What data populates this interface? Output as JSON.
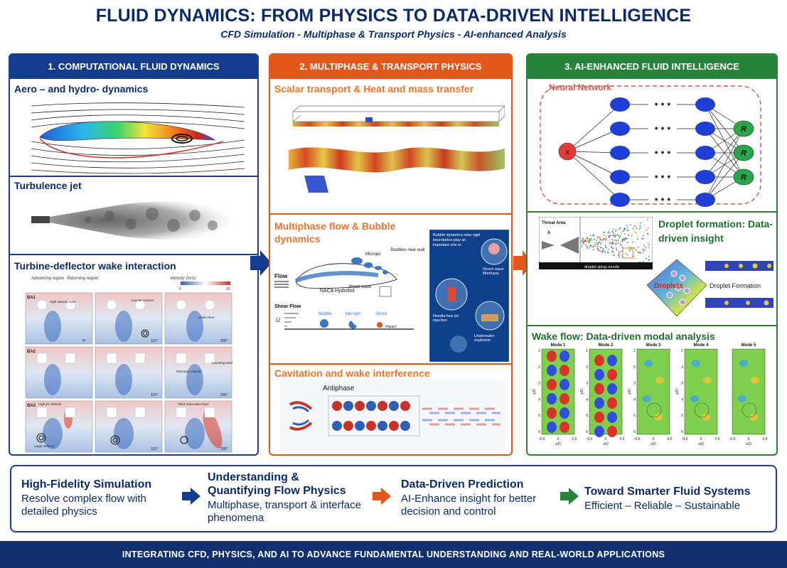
{
  "header": {
    "title": "FLUID DYNAMICS: FROM PHYSICS TO DATA-DRIVEN INTELLIGENCE",
    "subtitle": "CFD Simulation   -   Multiphase & Transport Physics   -   AI-enhanced Analysis"
  },
  "col1": {
    "heading": "1. COMPUTATIONAL FLUID DYNAMICS",
    "sec1": "Aero – and hydro- dynamics",
    "sec2": "Turbulence jet",
    "sec3": "Turbine-deflector wake interaction",
    "wake": {
      "advancing": "Advancing region",
      "returning": "Returning region",
      "velocity": "Velocity (m/s)",
      "row_labels": [
        "BA1",
        "BA2",
        "BA3"
      ],
      "angles": [
        "0°",
        "110°",
        "200°"
      ],
      "cbar_min": "0",
      "cbar_max": "15",
      "notes": [
        "High velocity zone",
        "Counter vortices",
        "Wake zone",
        "Incoming wind",
        "Recovery velocity",
        "High jet Velocity",
        "Large vortices",
        "Thick separation layer"
      ]
    }
  },
  "col2": {
    "heading": "2. MULTIPHASE & TRANSPORT PHYSICS",
    "sec1": "Scalar transport & Heat and mass transfer",
    "sec2": "Multiphase flow & Bubble dynamics",
    "sec3": "Cavitation and wake interference",
    "bubble": {
      "flow": "Flow",
      "hydrofoil": "NACA Hydrofoil",
      "microjet": "Microjet",
      "bubbles_wall": "Bubbles near wall",
      "shock_wave": "Shock wave",
      "shear_flow": "Shear Flow",
      "u": "U",
      "bubble": "Bubble",
      "microjet2": "Microjet",
      "shock": "Shock",
      "impact": "Impact",
      "panel_text": "Bubble dynamics near rigid boundaries play an important role in:",
      "panel_items": [
        "Shock wave lithotripsy",
        "Needle-free jet injection",
        "Underwater explosion"
      ]
    },
    "cavitation": {
      "antiphase": "Antiphase"
    }
  },
  "col3": {
    "heading": "3. AI-ENHANCED FLUID INTELLIGENCE",
    "nn_title": "Neural Network",
    "nn_input": "x",
    "nn_output": "R",
    "sec2": "Droplet formation: Data-driven insight",
    "throat": "Throat Area",
    "throat_sym": "A",
    "nozzle": "droplet spray nozzle",
    "droplets": "Droplets",
    "droplet_formation": "Droplet Formation",
    "sec3": "Wake flow: Data-driven modal analysis",
    "modes": [
      "Mode 1",
      "Mode 2",
      "Mode 3",
      "Mode 4",
      "Mode 5"
    ],
    "y_ticks": [
      "1",
      "2",
      "3",
      "4",
      "5",
      "6"
    ],
    "x_ticks": [
      "-0.5",
      "0",
      "0.5"
    ],
    "xlabel": "x/D",
    "ylabel": "y/D"
  },
  "bottom": [
    {
      "h": "High-Fidelity Simulation",
      "d": "Resolve complex flow with detailed physics"
    },
    {
      "h": "Understanding & Quantifying Flow Physics",
      "d": "Multiphase, transport & interface phenomena"
    },
    {
      "h": "Data-Driven Prediction",
      "d": "AI-Enhance insight for better decision and control"
    },
    {
      "h": "Toward Smarter Fluid Systems",
      "d": "Efficient – Reliable – Sustainable"
    }
  ],
  "colors": {
    "navy": "#143b8c",
    "orange": "#e2571b",
    "green": "#27823a",
    "footer": "#13306e"
  },
  "footer": "INTEGRATING  CFD, PHYSICS, AND AI TO ADVANCE FUNDAMENTAL UNDERSTANDING AND REAL-WORLD APPLICATIONS"
}
